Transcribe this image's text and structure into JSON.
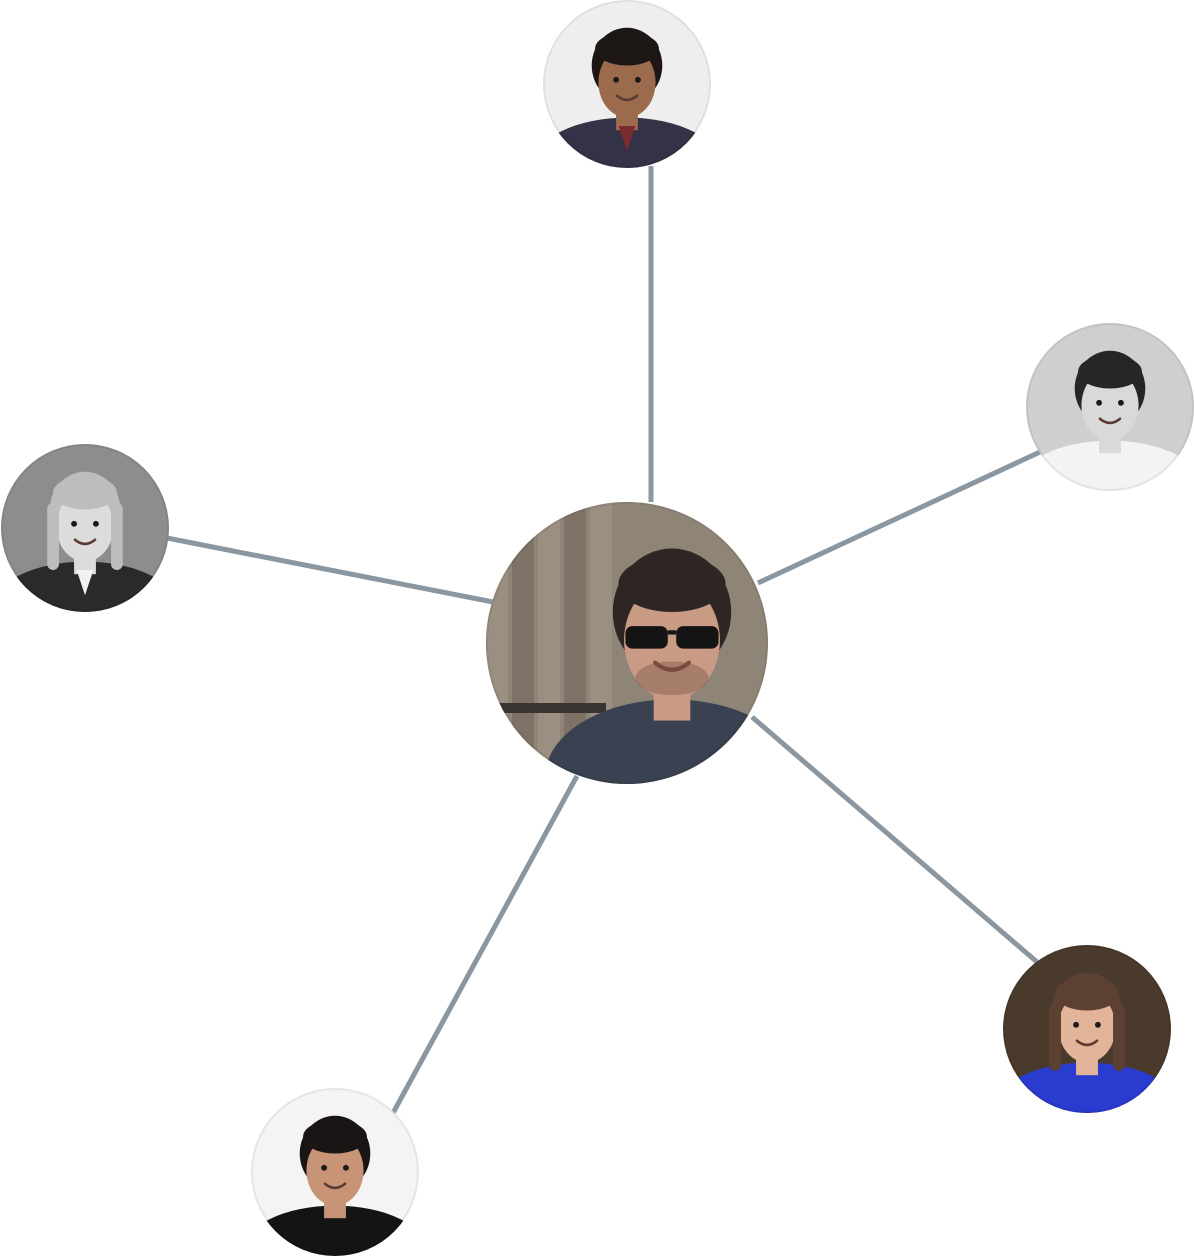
{
  "network": {
    "edge_color": "#8a96a0",
    "center": {
      "id": "center",
      "icon": "avatar-man-sunglasses",
      "colors": {
        "bg": "#8f8577",
        "skin": "#c99a84",
        "hair": "#2e2622",
        "shirt": "#3a4150",
        "accent": "#141414"
      }
    },
    "nodes": [
      {
        "id": "top",
        "icon": "avatar-man-plaid-shirt",
        "colors": {
          "bg": "#eeeeee",
          "skin": "#9c6b4e",
          "hair": "#1c1715",
          "shirt": "#343247",
          "accent": "#7a2b30"
        }
      },
      {
        "id": "right-upper",
        "icon": "avatar-man-smiling-grayscale",
        "colors": {
          "bg": "#cfcfcf",
          "skin": "#d9d9d9",
          "hair": "#262626",
          "shirt": "#f3f3f3",
          "accent": "#6a6a6a"
        }
      },
      {
        "id": "left",
        "icon": "avatar-woman-blazer-grayscale",
        "colors": {
          "bg": "#8d8d8d",
          "skin": "#dcdcdc",
          "hair": "#bdbdbd",
          "shirt": "#2a2a2a",
          "accent": "#f2f2f2"
        }
      },
      {
        "id": "right-lower",
        "icon": "avatar-woman-blue-top",
        "colors": {
          "bg": "#4a3a2c",
          "skin": "#e2b49a",
          "hair": "#5c4032",
          "shirt": "#2a3bd0",
          "accent": "#b98c5a"
        }
      },
      {
        "id": "bottom-left",
        "icon": "avatar-man-dark-hair",
        "colors": {
          "bg": "#f4f4f4",
          "skin": "#c79478",
          "hair": "#1a1414",
          "shirt": "#141414",
          "accent": "#3a2a24"
        }
      }
    ]
  }
}
